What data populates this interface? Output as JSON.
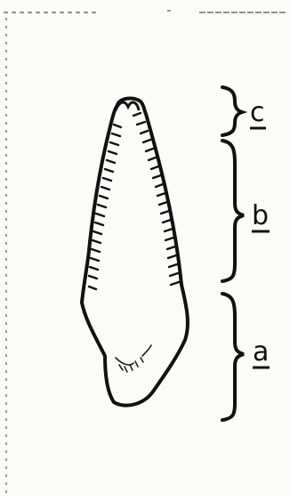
{
  "labels": {
    "c": "c",
    "b": "b",
    "a": "a"
  },
  "colors": {
    "ink": "#111111",
    "paper": "#fbfbf8"
  }
}
